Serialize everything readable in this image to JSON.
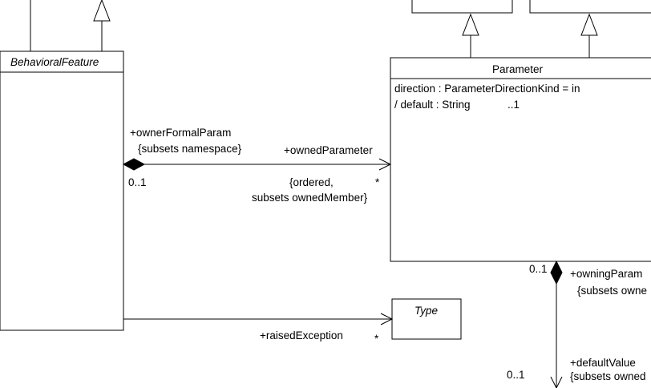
{
  "classes": {
    "behavioral_feature": {
      "name": "BehavioralFeature"
    },
    "parameter": {
      "name": "Parameter",
      "attr_direction": "direction : ParameterDirectionKind = in",
      "attr_default": "/ default : String",
      "attr_default_mult": "..1"
    },
    "type": {
      "name": "Type"
    }
  },
  "associations": {
    "owned_parameter": {
      "source_role": "+ownerFormalParam",
      "source_constraint": "{subsets namespace}",
      "source_mult": "0..1",
      "target_role": "+ownedParameter",
      "target_constraint_1": "{ordered,",
      "target_constraint_2": "subsets ownedMember}",
      "target_mult": "*"
    },
    "raised_exception": {
      "target_role": "+raisedException",
      "target_mult": "*"
    },
    "default_value": {
      "owner_mult": "0..1",
      "owner_role": "+owningParam",
      "owner_constraint": "{subsets owne",
      "target_role": "+defaultValue",
      "target_constraint": "{subsets owned",
      "target_mult": "0..1"
    }
  }
}
